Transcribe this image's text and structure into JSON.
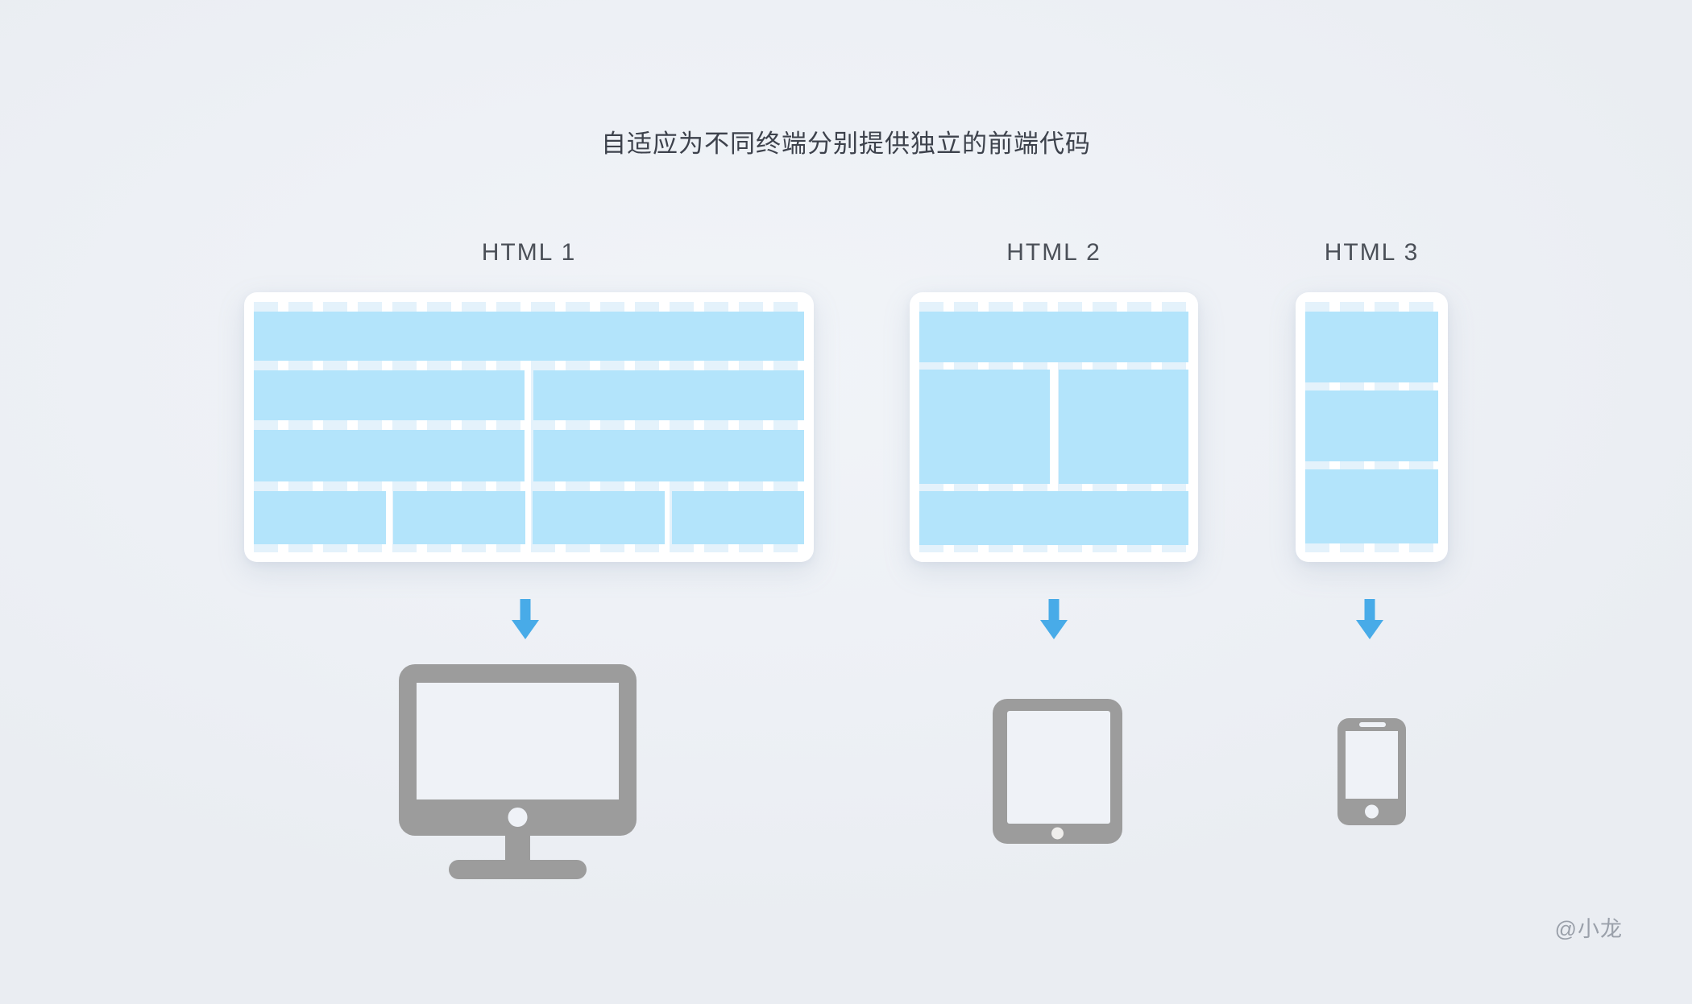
{
  "title": "自适应为不同终端分别提供独立的前端代码",
  "watermark": "@小龙",
  "colors": {
    "background": "#edf0f5",
    "card": "#ffffff",
    "block_blue": "#b3e4fb",
    "grid_blue": "#e4f2fb",
    "arrow_blue": "#48abe8",
    "device_gray": "#9c9c9c",
    "screen_fill": "#eff2f7",
    "title_text": "#3d424c",
    "label_text": "#4b5058",
    "watermark_text": "#9aa0aa"
  },
  "columns": [
    {
      "label": "HTML 1",
      "device": "desktop-monitor",
      "rows": [
        {
          "h": 61,
          "gap": 11,
          "blocks": [
            1
          ]
        },
        {
          "h": 62,
          "gap": 11,
          "blocks": [
            1,
            1
          ]
        },
        {
          "h": 64,
          "gap": 11,
          "blocks": [
            1,
            1
          ]
        },
        {
          "h": 66,
          "gap": 9,
          "blocks": [
            1,
            1,
            1,
            1
          ]
        }
      ]
    },
    {
      "label": "HTML 2",
      "device": "tablet",
      "rows": [
        {
          "h": 63,
          "gap": 11,
          "blocks": [
            1
          ]
        },
        {
          "h": 142,
          "gap": 11,
          "blocks": [
            1,
            1
          ]
        },
        {
          "h": 67,
          "gap": 11,
          "blocks": [
            1
          ]
        }
      ]
    },
    {
      "label": "HTML 3",
      "device": "smartphone",
      "rows": [
        {
          "h": 88,
          "gap": 10,
          "blocks": [
            1
          ]
        },
        {
          "h": 88,
          "gap": 10,
          "blocks": [
            1
          ]
        },
        {
          "h": 92,
          "gap": 10,
          "blocks": [
            1
          ]
        }
      ]
    }
  ]
}
